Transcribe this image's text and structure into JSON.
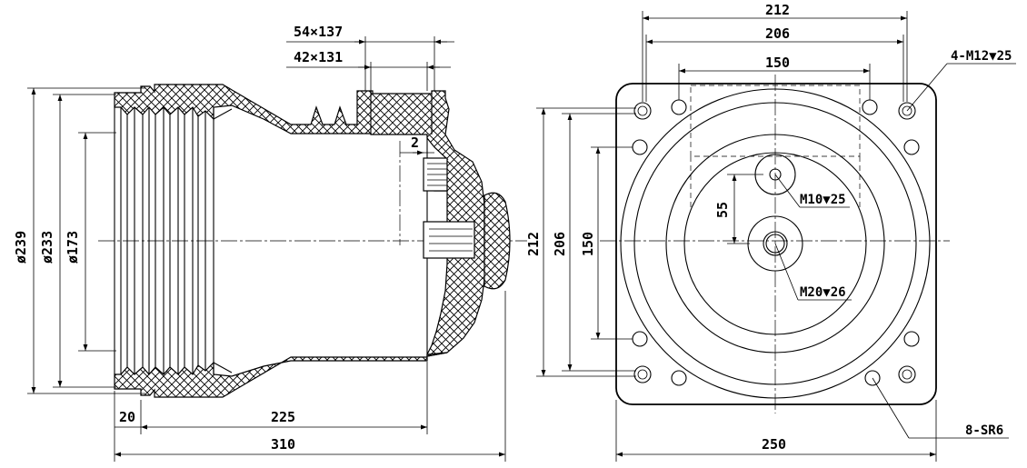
{
  "side_view": {
    "dims": {
      "d239": "ø239",
      "d233": "ø233",
      "d173": "ø173",
      "w20": "20",
      "w225": "225",
      "w310": "310",
      "gap2": "2",
      "slot1": "54×137",
      "slot2": "42×131"
    }
  },
  "front_view": {
    "dims": {
      "w212": "212",
      "w206": "206",
      "w150": "150",
      "h212": "212",
      "h206": "206",
      "h150": "150",
      "h55": "55",
      "w250": "250"
    },
    "callouts": {
      "m12": "4-M12▼25",
      "m10": "M10▼25",
      "m20": "M20▼26",
      "sr6": "8-SR6"
    }
  }
}
